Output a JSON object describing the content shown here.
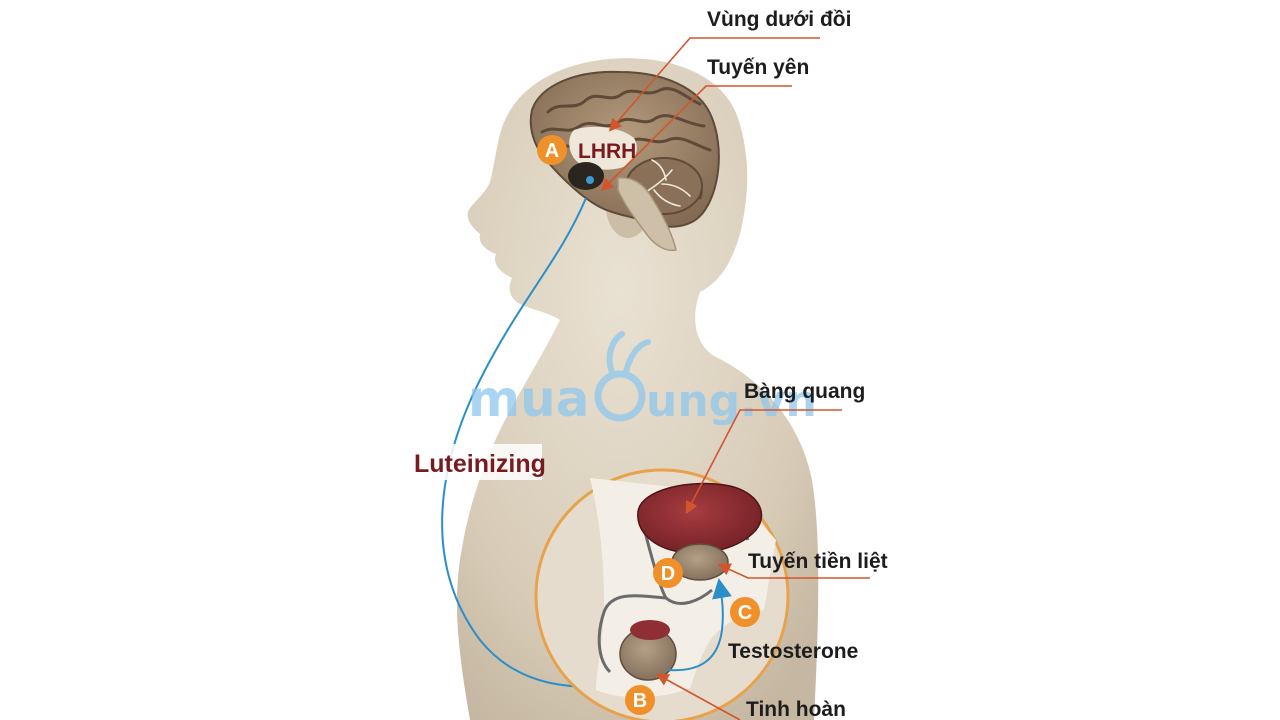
{
  "labels": {
    "hypothalamus": "Vùng dưới đồi",
    "pituitary": "Tuyến yên",
    "bladder": "Bàng quang",
    "prostate": "Tuyến tiền liệt",
    "testosterone": "Testosterone",
    "testis": "Tinh hoàn",
    "lhrh": "LHRH",
    "luteinizing": "Luteinizing"
  },
  "badges": {
    "a": "A",
    "b": "B",
    "c": "C",
    "d": "D"
  },
  "watermark": {
    "text_left": "mua",
    "text_right": "ung.vn"
  },
  "colors": {
    "skin": "#dcd2c0",
    "brain": "#9a8266",
    "badge": "#f0902a",
    "leader_line": "#d2552b",
    "arrow_blue": "#2a8fc9",
    "label_red": "#7a1a1f",
    "circle_ring": "#e6a24d",
    "bladder": "#8a2b2f",
    "watermark": "#8ec7ee"
  }
}
